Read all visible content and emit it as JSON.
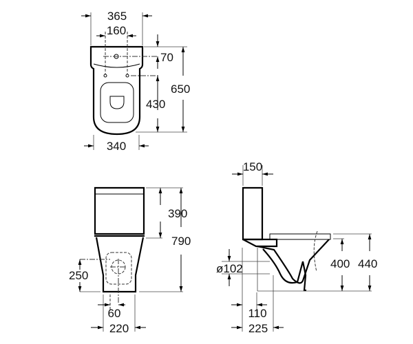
{
  "top_view": {
    "overall_width": "365",
    "fixing_spacing": "160",
    "tank_to_fixing": "70",
    "fixing_to_front": "430",
    "overall_depth": "650",
    "bowl_width": "340"
  },
  "front_view": {
    "tank_height": "390",
    "overall_height": "790",
    "inlet_height": "250",
    "inlet_offset": "60",
    "base_width": "220"
  },
  "side_view": {
    "tank_depth": "150",
    "outlet_diameter": "ø102",
    "outlet_to_wall_min": "110",
    "outlet_to_wall": "225",
    "rim_height": "400",
    "seat_height": "440"
  },
  "colors": {
    "line": "#000000",
    "background": "#ffffff"
  }
}
